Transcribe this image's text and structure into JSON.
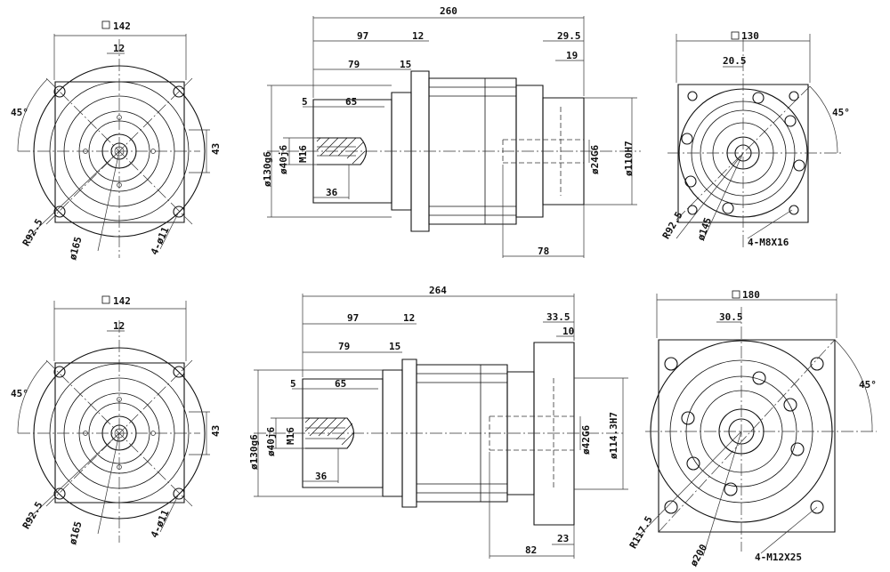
{
  "top_row": {
    "input_face": {
      "square": "142",
      "offset": "12",
      "height": "43",
      "angle": "45°",
      "radius": "R92.5",
      "pcd": "ø165",
      "holes": "4-ø11"
    },
    "side": {
      "overall": "260",
      "d97": "97",
      "d12": "12",
      "d79": "79",
      "d15": "15",
      "d5": "5",
      "d65": "65",
      "d36": "36",
      "d29_5": "29.5",
      "d19": "19",
      "d78": "78",
      "pilot": "ø130g6",
      "bore": "ø40j6",
      "thread": "M16",
      "shaft": "ø24G6",
      "spigot": "ø110H7"
    },
    "output_face": {
      "square": "130",
      "offset": "20.5",
      "angle": "45°",
      "radius": "R92.5",
      "pcd": "ø145",
      "holes": "4-M8X16"
    }
  },
  "bottom_row": {
    "input_face": {
      "square": "142",
      "offset": "12",
      "height": "43",
      "angle": "45°",
      "radius": "R92.5",
      "pcd": "ø165",
      "holes": "4-ø11"
    },
    "side": {
      "overall": "264",
      "d97": "97",
      "d12": "12",
      "d79": "79",
      "d15": "15",
      "d5": "5",
      "d65": "65",
      "d36": "36",
      "d33_5": "33.5",
      "d10": "10",
      "d82": "82",
      "d23": "23",
      "pilot": "ø130g6",
      "bore": "ø40j6",
      "thread": "M16",
      "shaft": "ø42G6",
      "spigot": "ø114.3H7"
    },
    "output_face": {
      "square": "180",
      "offset": "30.5",
      "angle": "45°",
      "radius": "R117.5",
      "pcd": "ø200",
      "holes": "4-M12X25"
    }
  }
}
